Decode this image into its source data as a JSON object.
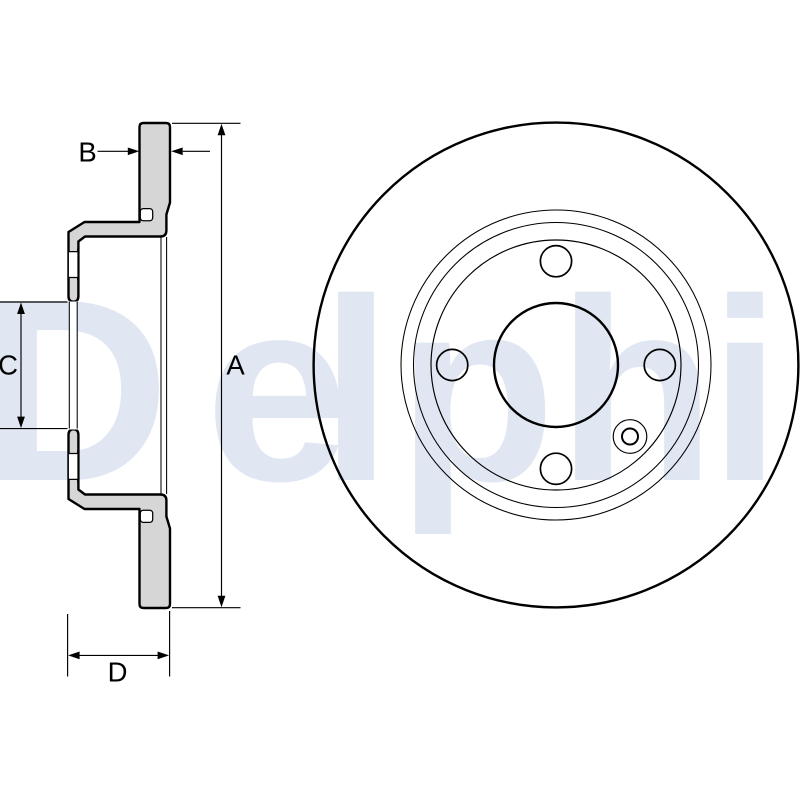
{
  "watermark": {
    "text": "Delphi",
    "color": "#e0e7f2"
  },
  "drawing": {
    "background": "#ffffff",
    "part_fill": "#d6d6d6",
    "line_color": "#000000"
  },
  "dimensions": {
    "a": "A",
    "b": "B",
    "c": "C",
    "d": "D"
  },
  "front_view": {
    "bolt_hole_count": 4,
    "locating_pin_holes": 1
  }
}
